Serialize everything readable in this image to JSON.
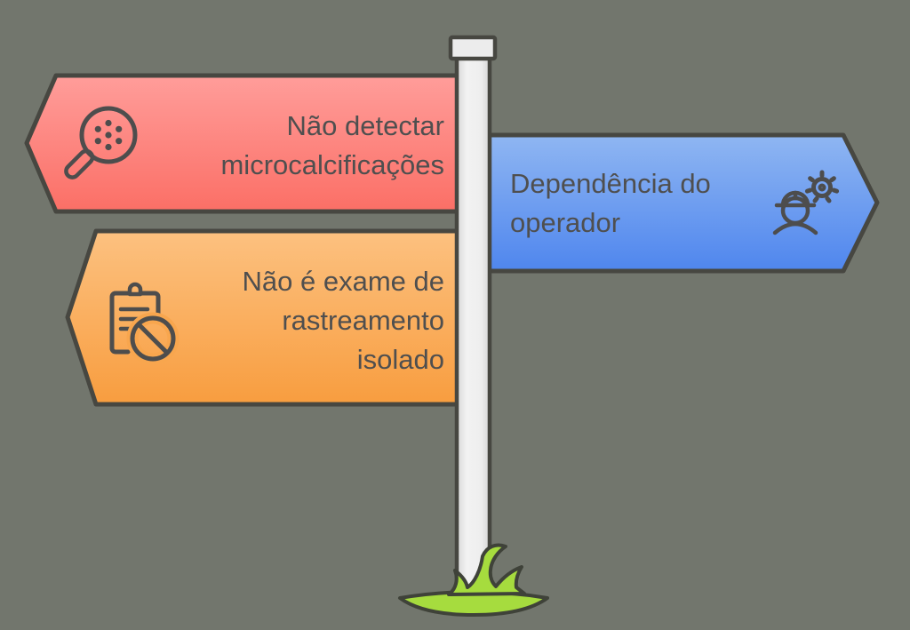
{
  "diagram": {
    "title": "signpost-limitations-diagram",
    "background_color": "#72766d",
    "outline_color": "#474741",
    "text_color": "#4f4f4f",
    "signs": [
      {
        "id": "red",
        "direction": "left",
        "lines": [
          "Não detectar",
          "microcalcificações"
        ],
        "icon": "magnifier-dots-icon",
        "color_top": "#ff9d9a",
        "color_bottom": "#fb6f66"
      },
      {
        "id": "blue",
        "direction": "right",
        "lines": [
          "Dependência do",
          "operador"
        ],
        "icon": "worker-gear-icon",
        "color_top": "#8fb6f2",
        "color_bottom": "#4f86ee"
      },
      {
        "id": "orange",
        "direction": "left",
        "lines": [
          "Não é exame de",
          "rastreamento",
          "isolado"
        ],
        "icon": "clipboard-prohibited-icon",
        "color_top": "#fcc180",
        "color_bottom": "#f89d3f"
      }
    ],
    "post": {
      "fill": "#ececec",
      "outline": "#474741"
    },
    "grass": {
      "fill": "#a6dc3e",
      "outline": "#3f4239"
    }
  }
}
